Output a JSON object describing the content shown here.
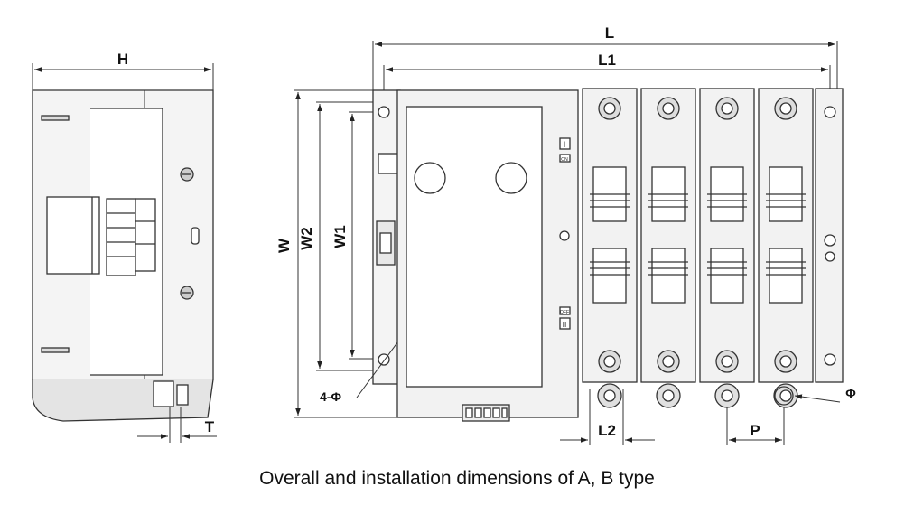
{
  "caption": "Overall and installation dimensions of A, B type",
  "dimensions": {
    "H": "H",
    "L": "L",
    "L1": "L1",
    "W": "W",
    "W1": "W1",
    "W2": "W2",
    "T": "T",
    "L2": "L2",
    "P": "P",
    "hole": "4-Φ",
    "phi": "Φ"
  },
  "switch_labels": {
    "on_symbol": "I",
    "on_text": "ON",
    "off_symbol": "II",
    "off_text": "OFF"
  },
  "colors": {
    "line": "#333333",
    "fill": "#f4f4f4",
    "shade": "#e2e2e2"
  }
}
